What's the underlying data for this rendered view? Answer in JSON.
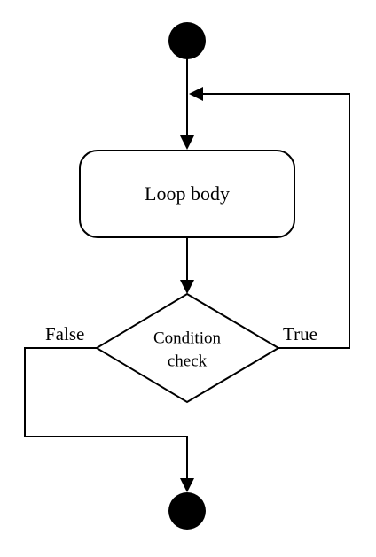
{
  "nodes": {
    "loop_body": "Loop body",
    "condition_line1": "Condition",
    "condition_line2": "check"
  },
  "edges": {
    "false_label": "False",
    "true_label": "True"
  },
  "colors": {
    "stroke": "#000000",
    "fill": "#ffffff",
    "terminal": "#000000"
  }
}
